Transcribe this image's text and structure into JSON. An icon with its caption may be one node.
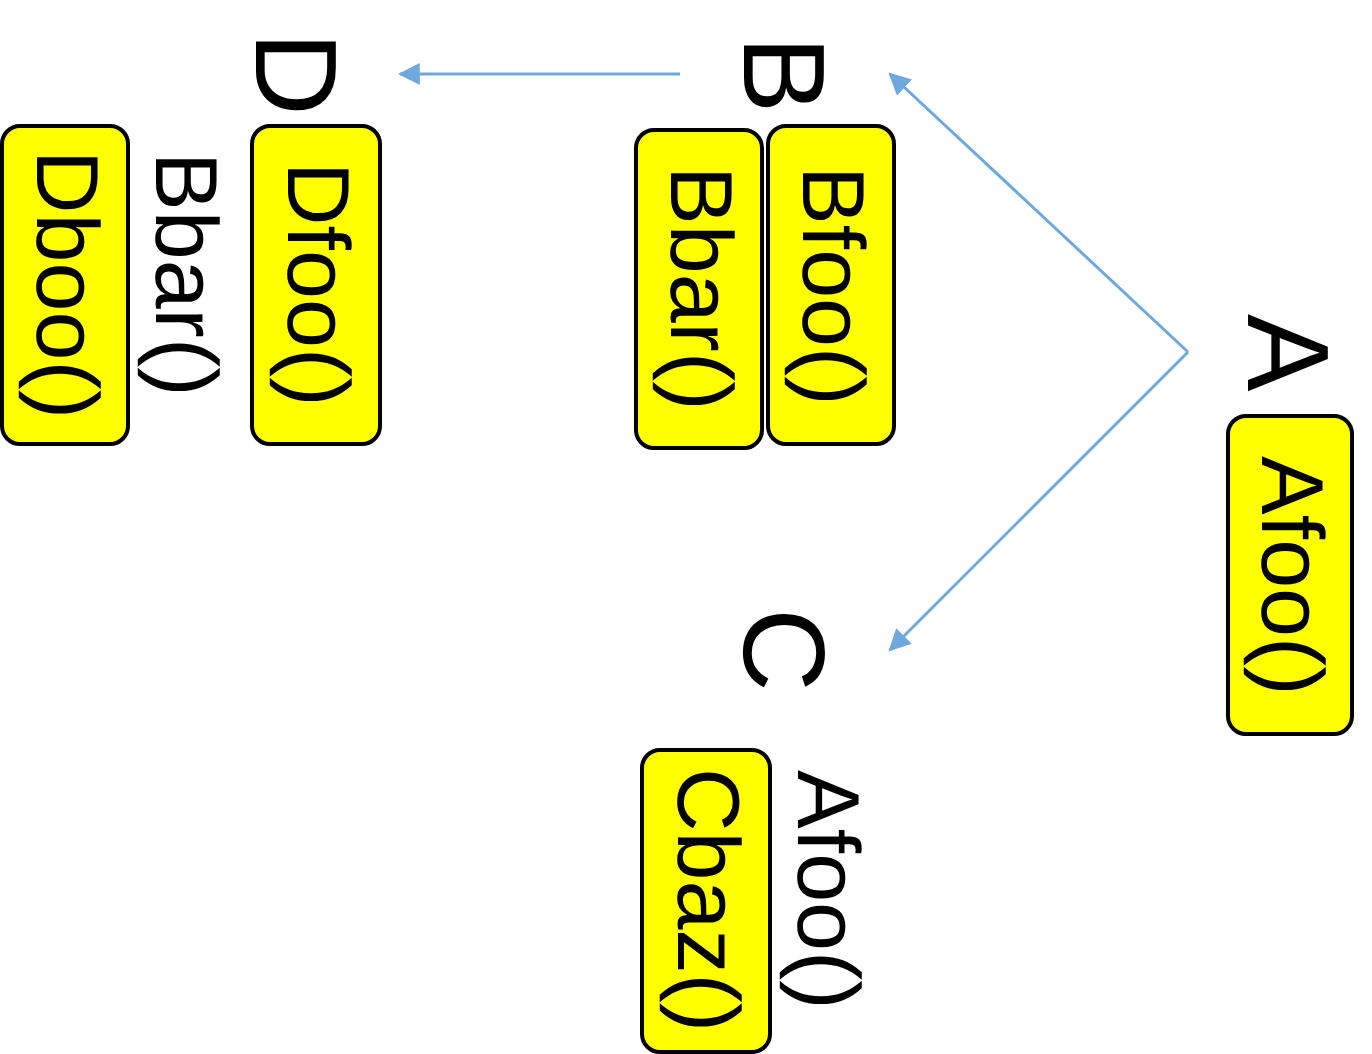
{
  "diagram": {
    "nodes": [
      {
        "text": [
          "A"
        ]
      },
      {
        "text": [
          "Afoo()"
        ]
      },
      {
        "text": [
          "B"
        ]
      },
      {
        "text": [
          "Bfoo()"
        ]
      },
      {
        "text": [
          "Bbar()"
        ]
      },
      {
        "text": [
          "C"
        ]
      },
      {
        "text": [
          "Cbaz()"
        ]
      },
      {
        "text": [
          "D"
        ]
      },
      {
        "text": [
          "Dfoo()"
        ]
      },
      {
        "text": [
          "Dboo()"
        ]
      }
    ],
    "edges": [
      {
        "from": 0,
        "to": 2,
        "arrow": "to"
      },
      {
        "from": 0,
        "to": 5,
        "arrow": "to"
      },
      {
        "from": 2,
        "to": 7,
        "arrow": "to"
      }
    ],
    "labels": [
      "Afoo()",
      "Bbar()"
    ]
  }
}
